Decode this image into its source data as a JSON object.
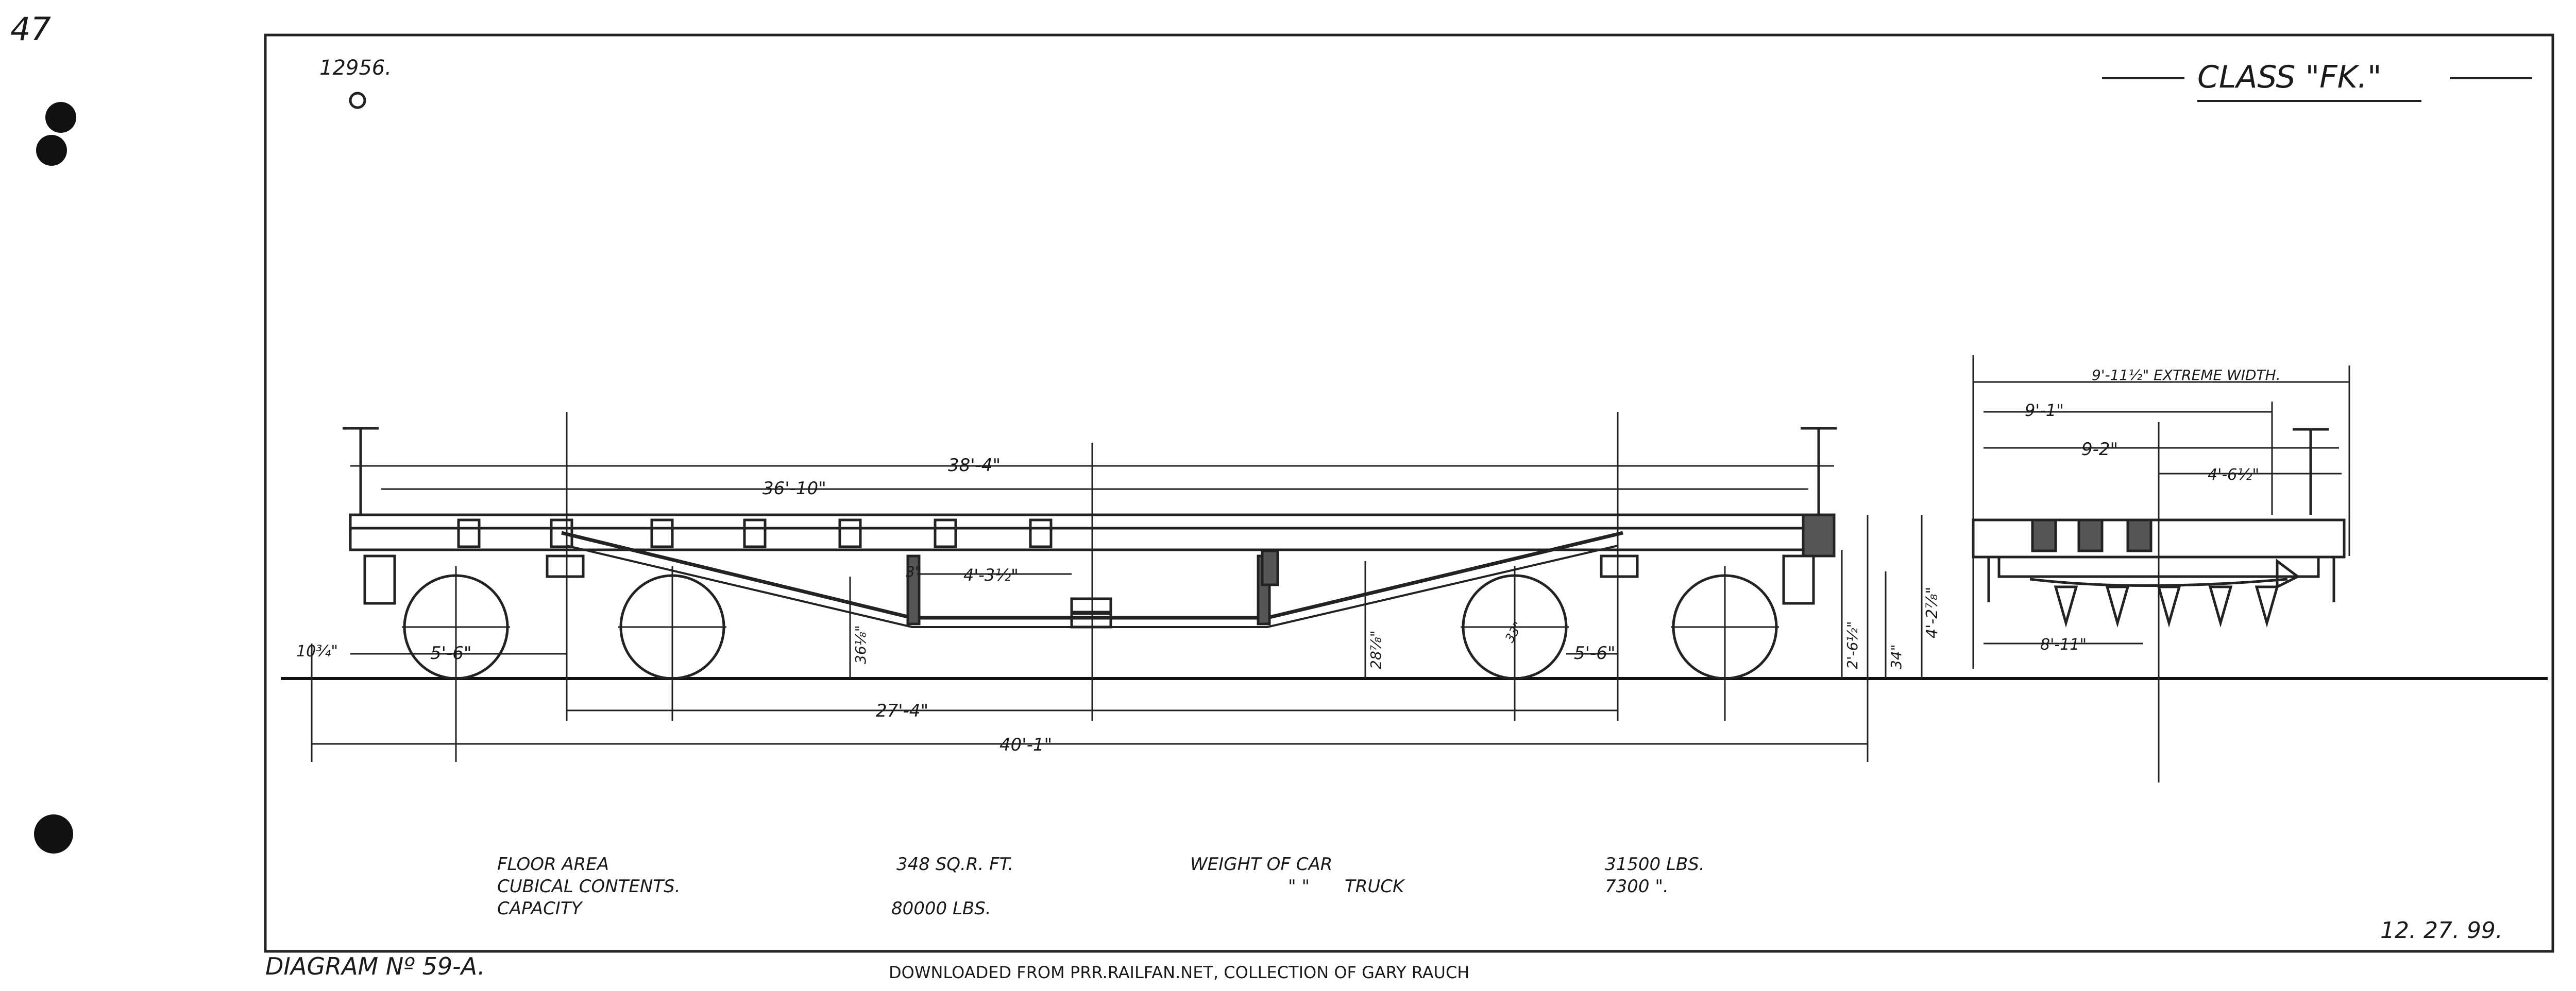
{
  "sheet": {
    "page_number": "47",
    "drawing_number": "12956.",
    "class_label": "CLASS \"FK.\"",
    "date": "12. 27. 99.",
    "diagram_label": "DIAGRAM Nº 59-A.",
    "download_credit": "DOWNLOADED FROM PRR.RAILFAN.NET, COLLECTION OF GARY RAUCH"
  },
  "side_dimensions": {
    "length_over_end_sills": "38'-4\"",
    "length_inside": "36'-10\"",
    "truck_centers": "27'-4\"",
    "over_couplers": "40'-1\"",
    "wheel_base_left": "5'-6\"",
    "wheel_base_right": "5'-6\"",
    "end_overhang": "10¾\"",
    "truss_rod_spacing": "4'-3½\"",
    "queen_post": "3\"",
    "truss_depth_left": "36⅛\"",
    "truss_depth_center": "28⅞\"",
    "wheel_diameter": "33\"",
    "rail_to_deck": "2'-6½\"",
    "rail_to_coupler": "34\"",
    "rail_to_brake_staff": "4'-2⅞\""
  },
  "end_dimensions": {
    "extreme_width": "9'-11½\" EXTREME WIDTH.",
    "width_a": "9'-1\"",
    "width_b": "9-2\"",
    "width_c": "4'-6½\"",
    "width_d": "8'-11\""
  },
  "specs": {
    "floor_area_label": "FLOOR AREA",
    "floor_area_value": "348 SQ.R. FT.",
    "cubical_label": "CUBICAL CONTENTS.",
    "capacity_label": "CAPACITY",
    "capacity_value": "80000 LBS.",
    "weight_car_label": "WEIGHT OF CAR",
    "weight_car_value": "31500 LBS.",
    "ditto_marks": "\"   \"",
    "truck_label": "TRUCK",
    "truck_value": "7300   \"."
  }
}
